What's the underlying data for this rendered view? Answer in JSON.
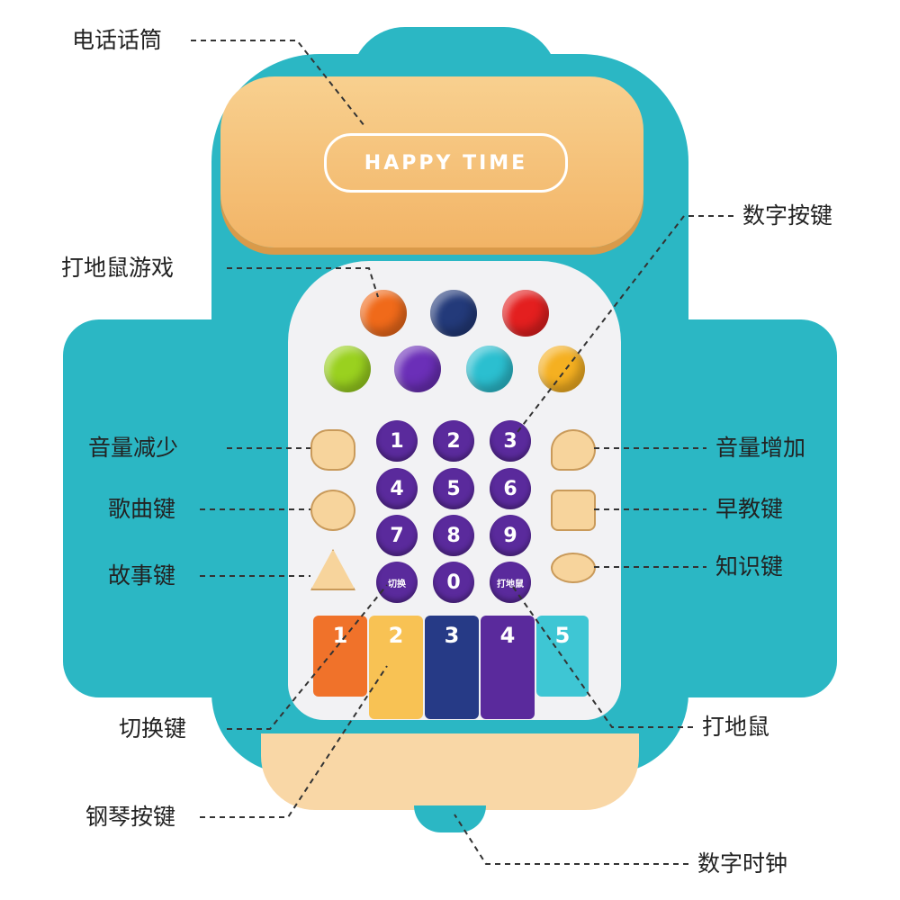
{
  "handset_text": "HAPPY TIME",
  "labels": {
    "handset": "电话话筒",
    "whack_game": "打地鼠游戏",
    "number_keys": "数字按键",
    "volume_down": "音量减少",
    "song_key": "歌曲键",
    "story_key": "故事键",
    "volume_up": "音量增加",
    "early_edu_key": "早教键",
    "knowledge_key": "知识键",
    "switch_key": "切换键",
    "piano_keys": "钢琴按键",
    "whack_mole": "打地鼠",
    "digital_clock": "数字时钟"
  },
  "keypad": [
    "1",
    "2",
    "3",
    "4",
    "5",
    "6",
    "7",
    "8",
    "9",
    "切换",
    "0",
    "打地鼠"
  ],
  "piano": [
    "1",
    "2",
    "3",
    "4",
    "5"
  ],
  "colors": {
    "body": "#2bb7c4",
    "handset": "#f6c27a",
    "keys": "#5a2a9c"
  }
}
